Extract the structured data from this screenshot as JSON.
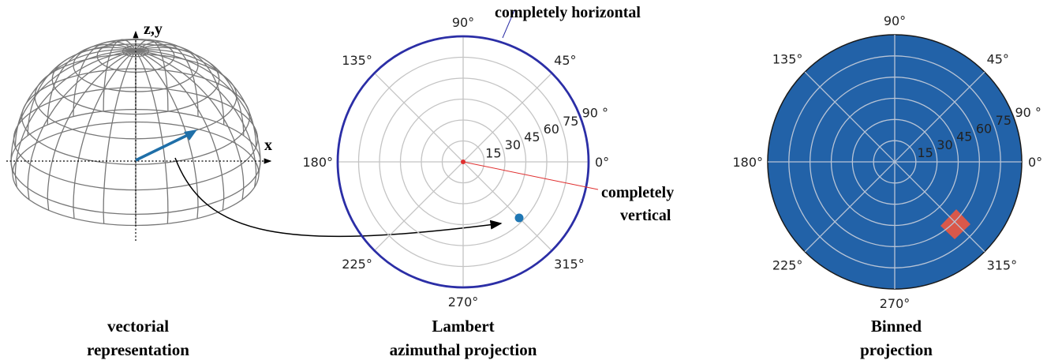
{
  "hemisphere": {
    "axis_zy": "z,y",
    "axis_x": "x",
    "caption_line1": "vectorial",
    "caption_line2": "representation",
    "arrow_color": "#1f6fa8"
  },
  "lambert": {
    "angle_labels": [
      "0°",
      "45°",
      "90°",
      "135°",
      "180°",
      "225°",
      "270°",
      "315°"
    ],
    "radial_labels": [
      "15",
      "30",
      "45",
      "60",
      "75",
      "90 °"
    ],
    "annotation_horizontal": "completely horizontal",
    "annotation_vertical_line1": "completely",
    "annotation_vertical_line2": "vertical",
    "caption_line1": "Lambert",
    "caption_line2": "azimuthal projection",
    "outer_ring_color": "#2b2ea6",
    "point_color": "#1f77b4",
    "center_color": "#e03030"
  },
  "binned": {
    "angle_labels": [
      "0°",
      "45°",
      "90°",
      "135°",
      "180°",
      "225°",
      "270°",
      "315°"
    ],
    "radial_labels": [
      "15",
      "30",
      "45",
      "60",
      "75",
      "90 °"
    ],
    "caption_line1": "Binned",
    "caption_line2": "projection",
    "fill_color": "#2262a8",
    "highlight_color": "#d9584a"
  }
}
